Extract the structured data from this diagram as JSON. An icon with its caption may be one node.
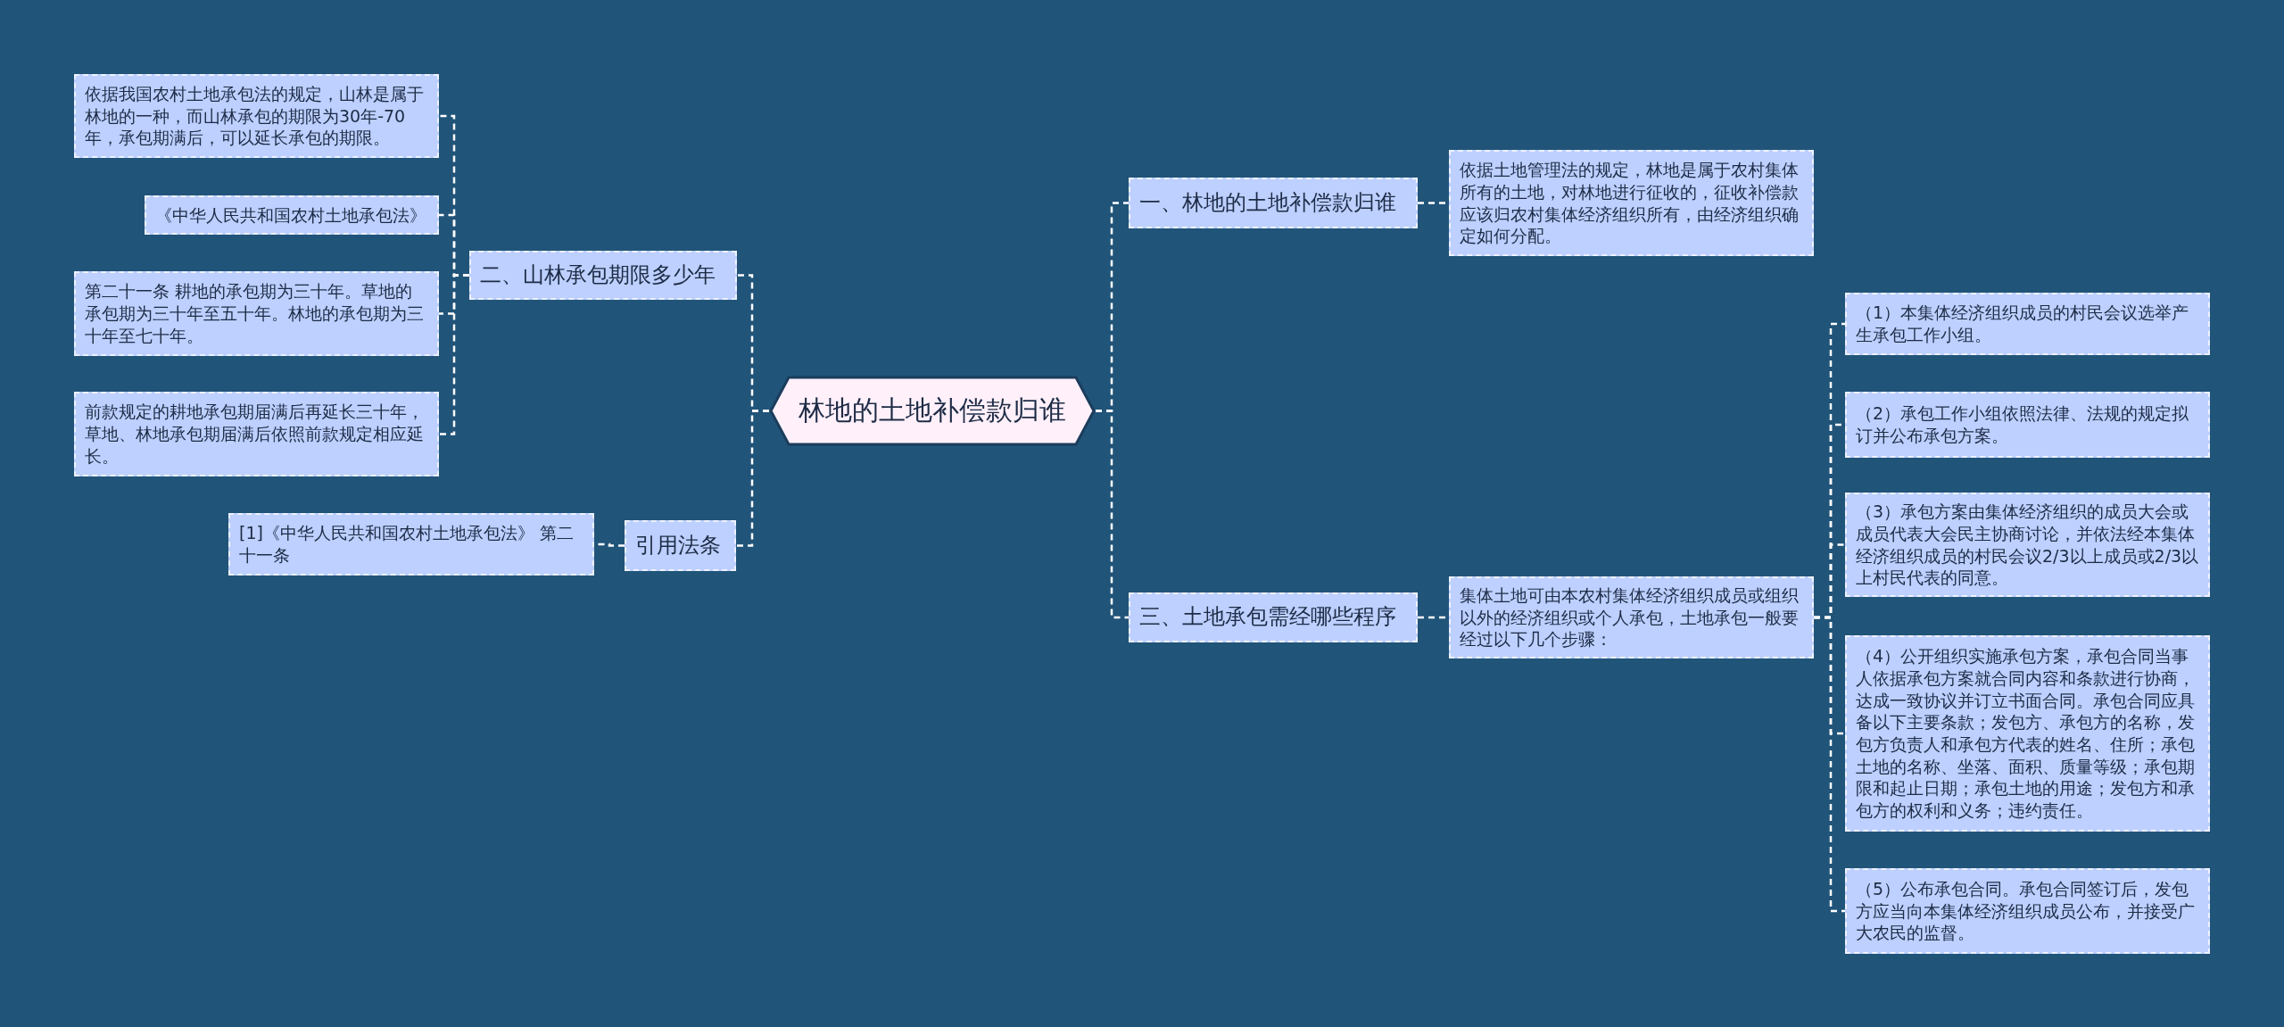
{
  "diagram": {
    "nodes": [
      {
        "text": [
          "林地的土地补偿款归谁"
        ]
      },
      {
        "text": [
          "二、山林承包期限多少年"
        ]
      },
      {
        "text": [
          "依据我国农村土地承包法的规定，山林是属于林地的一种，而山林承包的期限为30年-70年，承包期满后，可以延长承包的期限。"
        ]
      },
      {
        "text": [
          "《中华人民共和国农村土地承包法》"
        ]
      },
      {
        "text": [
          "第二十一条 耕地的承包期为三十年。草地的承包期为三十年至五十年。林地的承包期为三十年至七十年。"
        ]
      },
      {
        "text": [
          "前款规定的耕地承包期届满后再延长三十年，草地、林地承包期届满后依照前款规定相应延长。"
        ]
      },
      {
        "text": [
          "引用法条"
        ]
      },
      {
        "text": [
          "[1]《中华人民共和国农村土地承包法》 第二十一条"
        ]
      },
      {
        "text": [
          "一、林地的土地补偿款归谁"
        ]
      },
      {
        "text": [
          "依据土地管理法的规定，林地是属于农村集体所有的土地，对林地进行征收的，征收补偿款应该归农村集体经济组织所有，由经济组织确定如何分配。"
        ]
      },
      {
        "text": [
          "三、土地承包需经哪些程序"
        ]
      },
      {
        "text": [
          "集体土地可由本农村集体经济组织成员或组织以外的经济组织或个人承包，土地承包一般要经过以下几个步骤："
        ]
      },
      {
        "text": [
          "（1）本集体经济组织成员的村民会议选举产生承包工作小组。"
        ]
      },
      {
        "text": [
          "（2）承包工作小组依照法律、法规的规定拟订并公布承包方案。"
        ]
      },
      {
        "text": [
          "（3）承包方案由集体经济组织的成员大会或成员代表大会民主协商讨论，并依法经本集体经济组织成员的村民会议2/3以上成员或2/3以上村民代表的同意。"
        ]
      },
      {
        "text": [
          "（4）公开组织实施承包方案，承包合同当事人依据承包方案就合同内容和条款进行协商，达成一致协议并订立书面合同。承包合同应具备以下主要条款；发包方、承包方的名称，发包方负责人和承包方代表的姓名、住所；承包土地的名称、坐落、面积、质量等级；承包期限和起止日期；承包土地的用途；发包方和承包方的权利和义务；违约责任。"
        ]
      },
      {
        "text": [
          "（5）公布承包合同。承包合同签订后，发包方应当向本集体经济组织成员公布，并接受广大农民的监督。"
        ]
      }
    ],
    "edges": [
      {
        "from": 0,
        "to": 1,
        "arrow": "none"
      },
      {
        "from": 0,
        "to": 6,
        "arrow": "none"
      },
      {
        "from": 0,
        "to": 8,
        "arrow": "none"
      },
      {
        "from": 0,
        "to": 10,
        "arrow": "none"
      },
      {
        "from": 1,
        "to": 2,
        "arrow": "none"
      },
      {
        "from": 1,
        "to": 3,
        "arrow": "none"
      },
      {
        "from": 1,
        "to": 4,
        "arrow": "none"
      },
      {
        "from": 1,
        "to": 5,
        "arrow": "none"
      },
      {
        "from": 6,
        "to": 7,
        "arrow": "none"
      },
      {
        "from": 8,
        "to": 9,
        "arrow": "none"
      },
      {
        "from": 10,
        "to": 11,
        "arrow": "none"
      },
      {
        "from": 11,
        "to": 12,
        "arrow": "none"
      },
      {
        "from": 11,
        "to": 13,
        "arrow": "none"
      },
      {
        "from": 11,
        "to": 14,
        "arrow": "none"
      },
      {
        "from": 11,
        "to": 15,
        "arrow": "none"
      },
      {
        "from": 11,
        "to": 16,
        "arrow": "none"
      }
    ]
  }
}
